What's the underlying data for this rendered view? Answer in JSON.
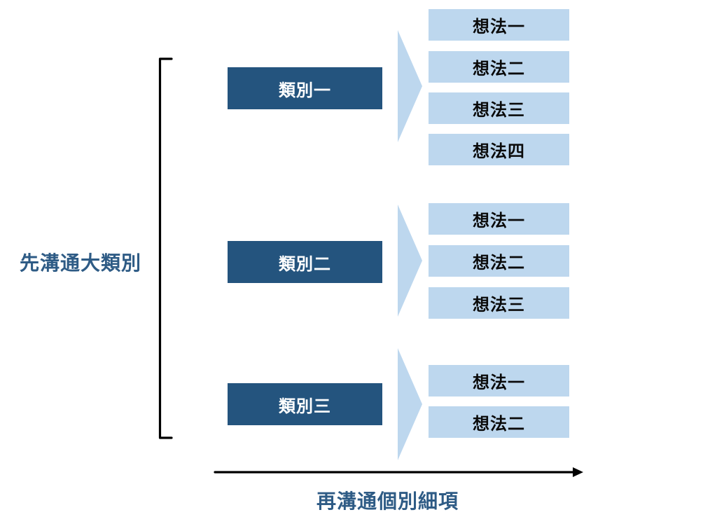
{
  "colors": {
    "category_box": "#24547E",
    "category_text": "#FFFFFF",
    "idea_box": "#BDD7EE",
    "chevron": "#BDD7EE",
    "idea_text": "#0A0A0A",
    "label_text": "#2E5B85",
    "line": "#000000"
  },
  "left_label": "先溝通大類別",
  "bottom_label": "再溝通個別細項",
  "groups": [
    {
      "category": "類別一",
      "ideas": [
        "想法一",
        "想法二",
        "想法三",
        "想法四"
      ]
    },
    {
      "category": "類別二",
      "ideas": [
        "想法一",
        "想法二",
        "想法三"
      ]
    },
    {
      "category": "類別三",
      "ideas": [
        "想法一",
        "想法二"
      ]
    }
  ]
}
